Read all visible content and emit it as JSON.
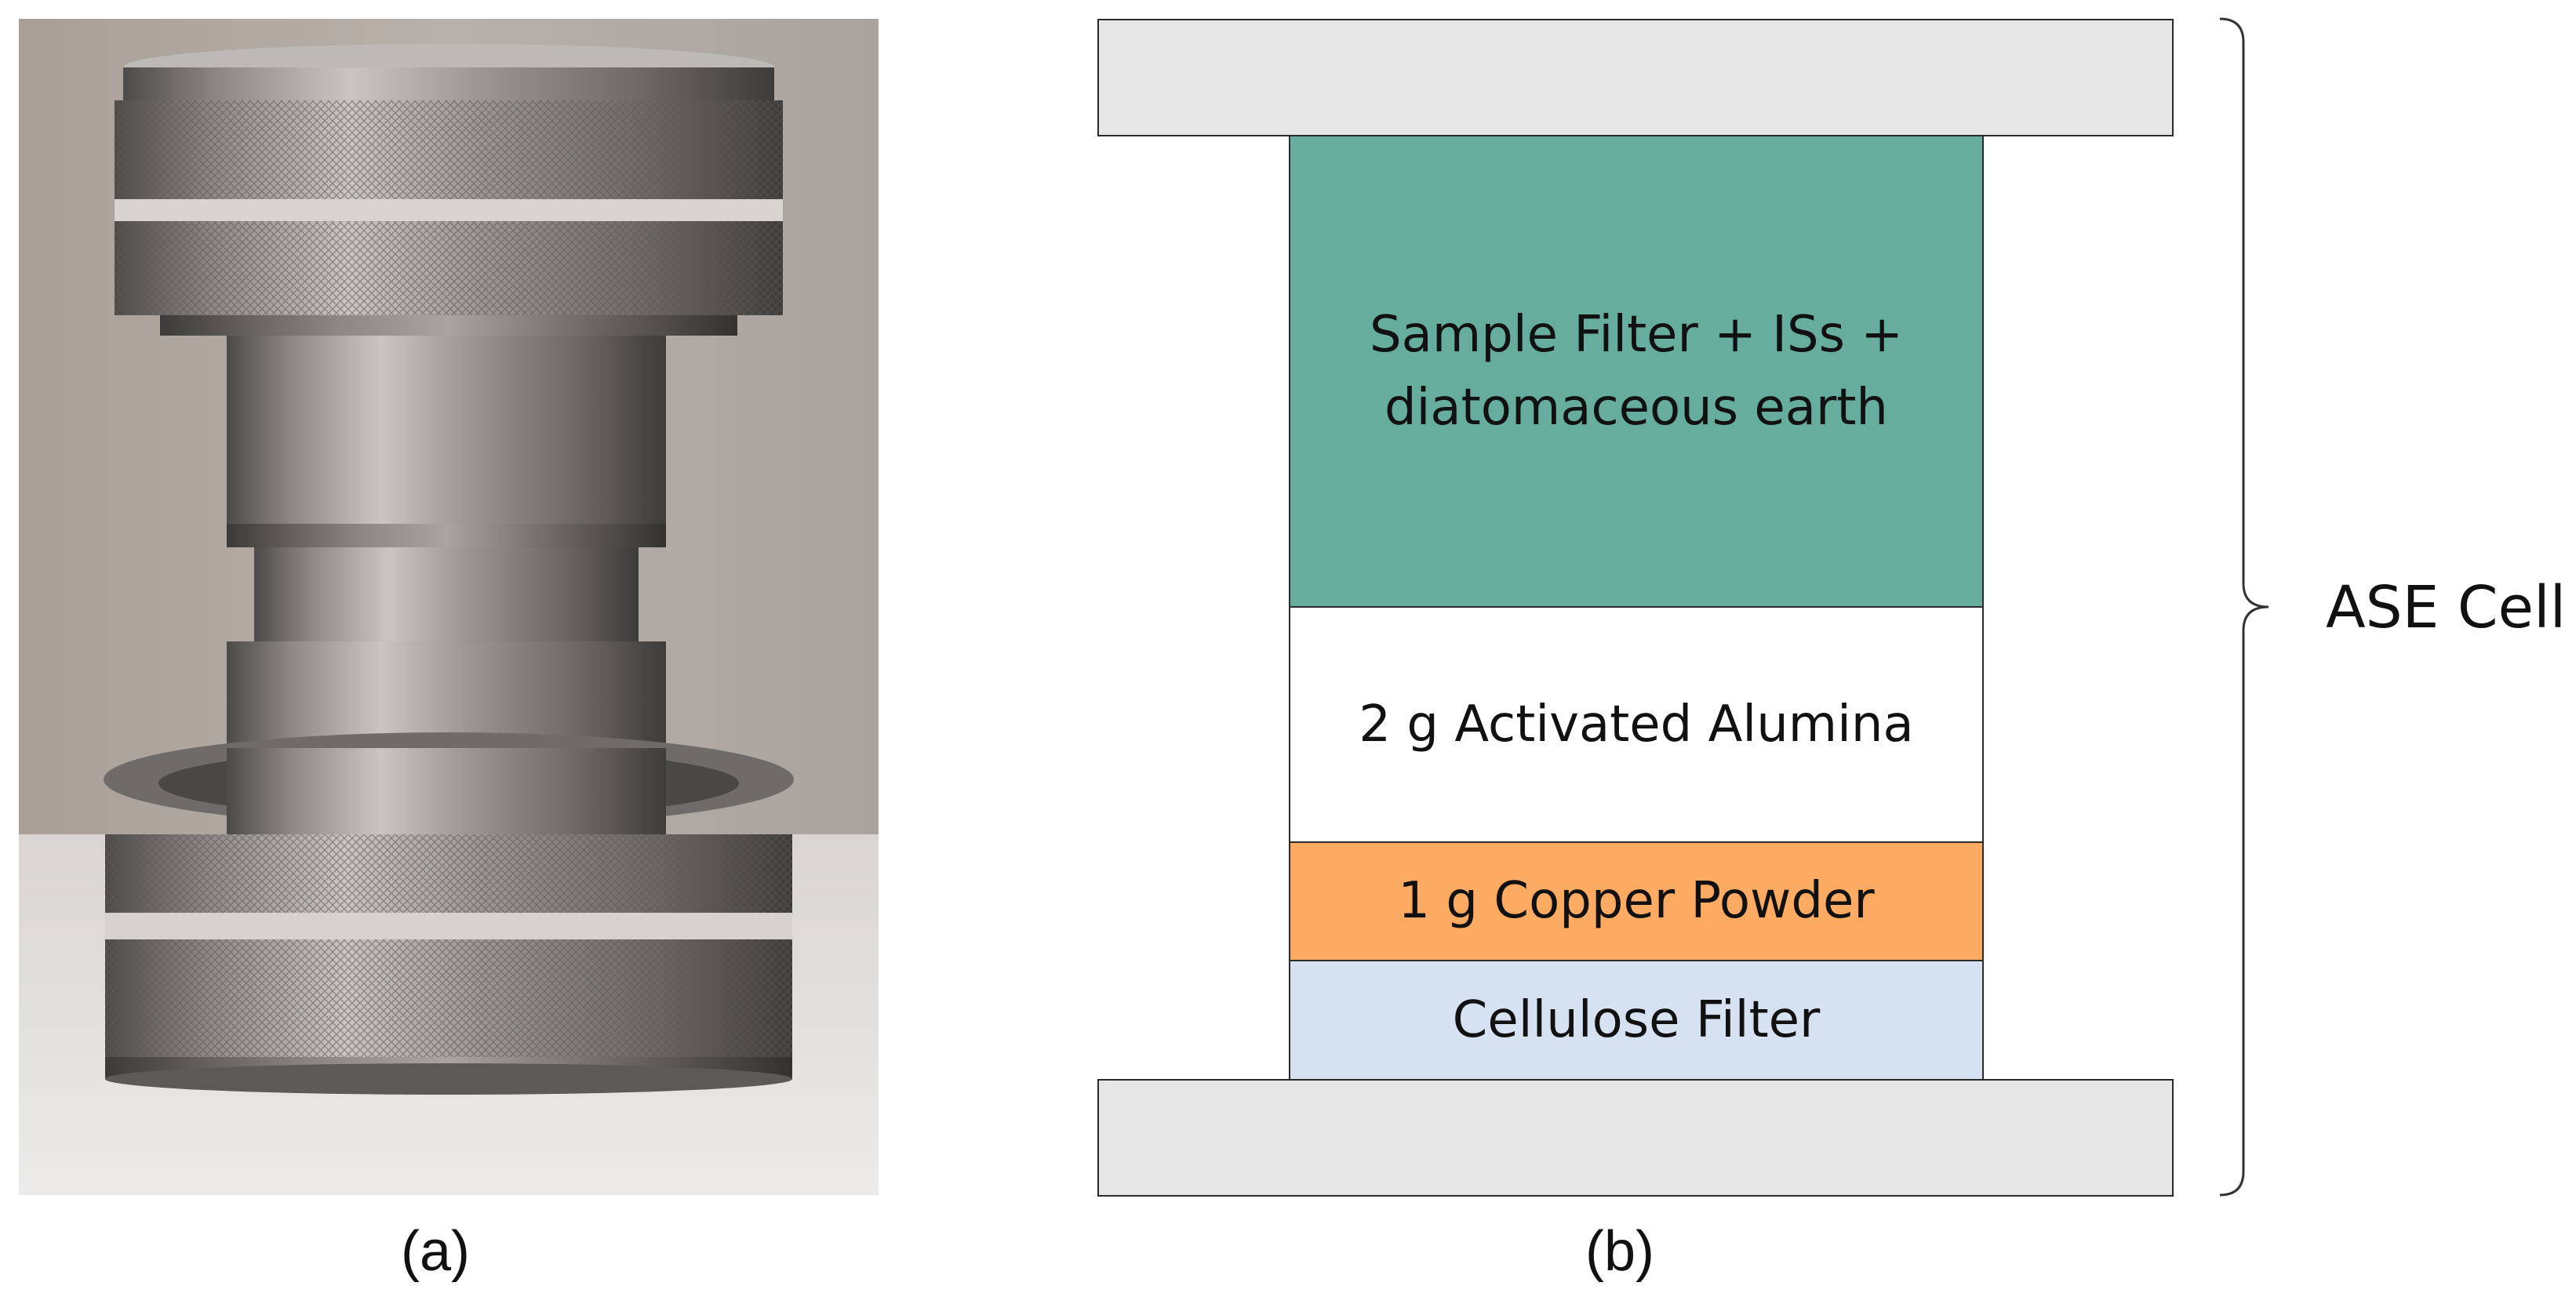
{
  "panel_a": {
    "caption": "(a)",
    "image_description_icon": "ase-cell-photo-icon"
  },
  "panel_b": {
    "caption": "(b)",
    "layers": [
      {
        "label": "Sample Filter + ISs +\ndiatomaceous earth",
        "color": "#67ad9e"
      },
      {
        "label": "2 g Activated Alumina",
        "color": "#ffffff"
      },
      {
        "label": "1 g Copper Powder",
        "color": "#fdaa62"
      },
      {
        "label": "Cellulose Filter",
        "color": "#d6e1f2"
      }
    ],
    "end_cap_color": "#e6e6e6",
    "bracket_label": "ASE Cell"
  }
}
